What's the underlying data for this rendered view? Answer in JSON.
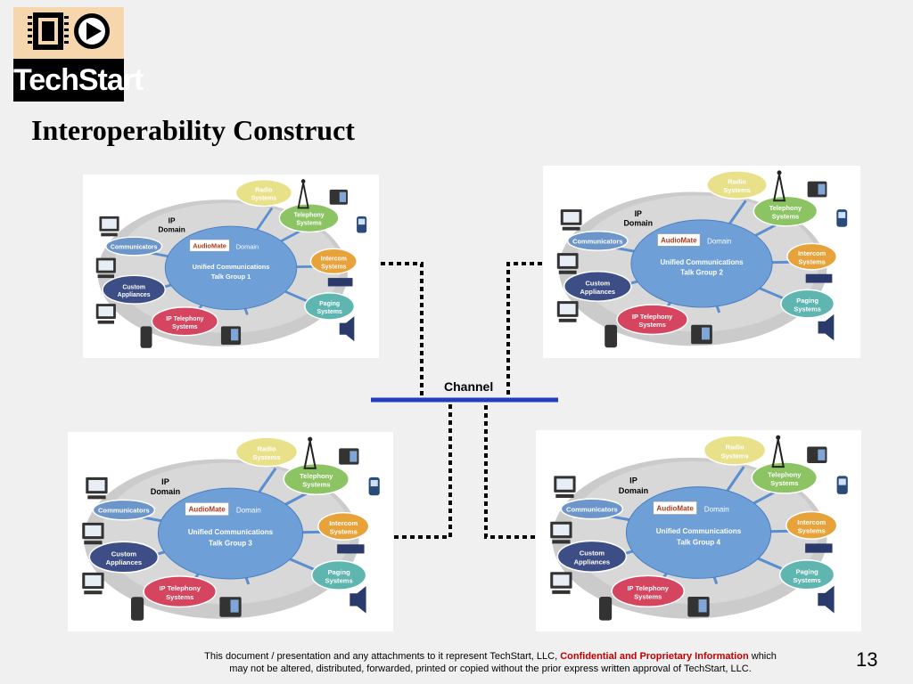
{
  "logo": {
    "text": "TechStart"
  },
  "title": "Interoperability Construct",
  "channel_label": "Channel",
  "panels": [
    {
      "group": "Talk Group 1"
    },
    {
      "group": "Talk Group 2"
    },
    {
      "group": "Talk Group 3"
    },
    {
      "group": "Talk Group 4"
    }
  ],
  "labels": {
    "ip_domain": [
      "IP",
      "Domain"
    ],
    "audiomate": "AudioMate",
    "domain": "Domain",
    "ucom": "Unified Communications",
    "communicators": "Communicators",
    "custom": [
      "Custom",
      "Appliances"
    ],
    "iptel": [
      "IP Telephony",
      "Systems"
    ],
    "radio": [
      "Radio",
      "Systems"
    ],
    "telephony": [
      "Telephony",
      "Systems"
    ],
    "intercom": [
      "Intercom",
      "Systems"
    ],
    "paging": [
      "Paging",
      "Systems"
    ]
  },
  "footer": {
    "before": "This document / presentation and any attachments to it represent TechStart, LLC,",
    "highlight": "Confidential and Proprietary Information",
    "after": "which",
    "line2": "may not be altered, distributed, forwarded, printed or copied without the prior express written approval of TechStart, LLC."
  },
  "page_number": "13",
  "colors": {
    "channel": "#1f3fbf",
    "radio": "#e9e08a",
    "telephony": "#8cc464",
    "intercom": "#e8a23a",
    "paging": "#5fb6b0",
    "iptel": "#d6455f",
    "custom": "#3d4e86",
    "communicators": "#6c95c9",
    "center": "#6f9fd7"
  }
}
